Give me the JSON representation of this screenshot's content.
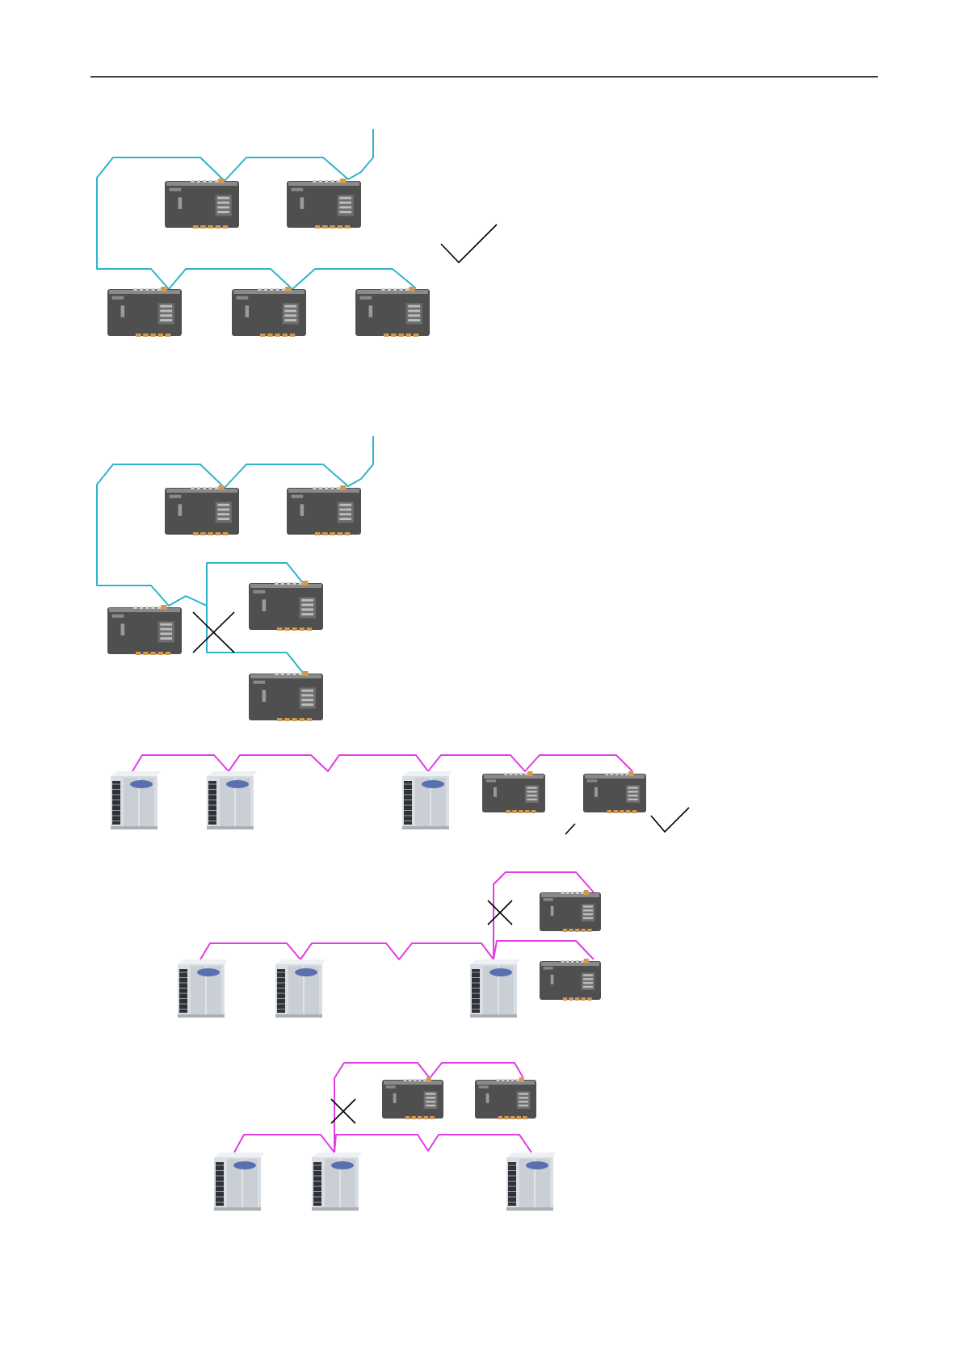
{
  "colors": {
    "background": "#ffffff",
    "rule": "#000000",
    "cable_can": "#2fb3cc",
    "cable_outdoor": "#e23ce6",
    "device_body": "#4f4f4f",
    "device_top": "#8a8a8a",
    "terminal": "#d39a4f",
    "odu_body": "#d9dee3",
    "odu_fan": "#2e3135",
    "odu_logo": "#5a6fb0",
    "mark": "#000000"
  },
  "icons": {
    "gateway": "gateway-module-icon",
    "outdoor": "outdoor-unit-icon",
    "correct": "checkmark-icon",
    "wrong": "cross-mark-icon"
  },
  "diagrams": [
    {
      "id": "daisy-chain-modules",
      "verdict": "correct"
    },
    {
      "id": "branched-modules",
      "verdict": "wrong"
    },
    {
      "id": "outdoor-chain-modules-at-end",
      "verdict": "correct"
    },
    {
      "id": "outdoor-chain-branch-to-modules",
      "verdict": "wrong"
    },
    {
      "id": "outdoor-chain-branch-from-middle",
      "verdict": "wrong"
    }
  ]
}
